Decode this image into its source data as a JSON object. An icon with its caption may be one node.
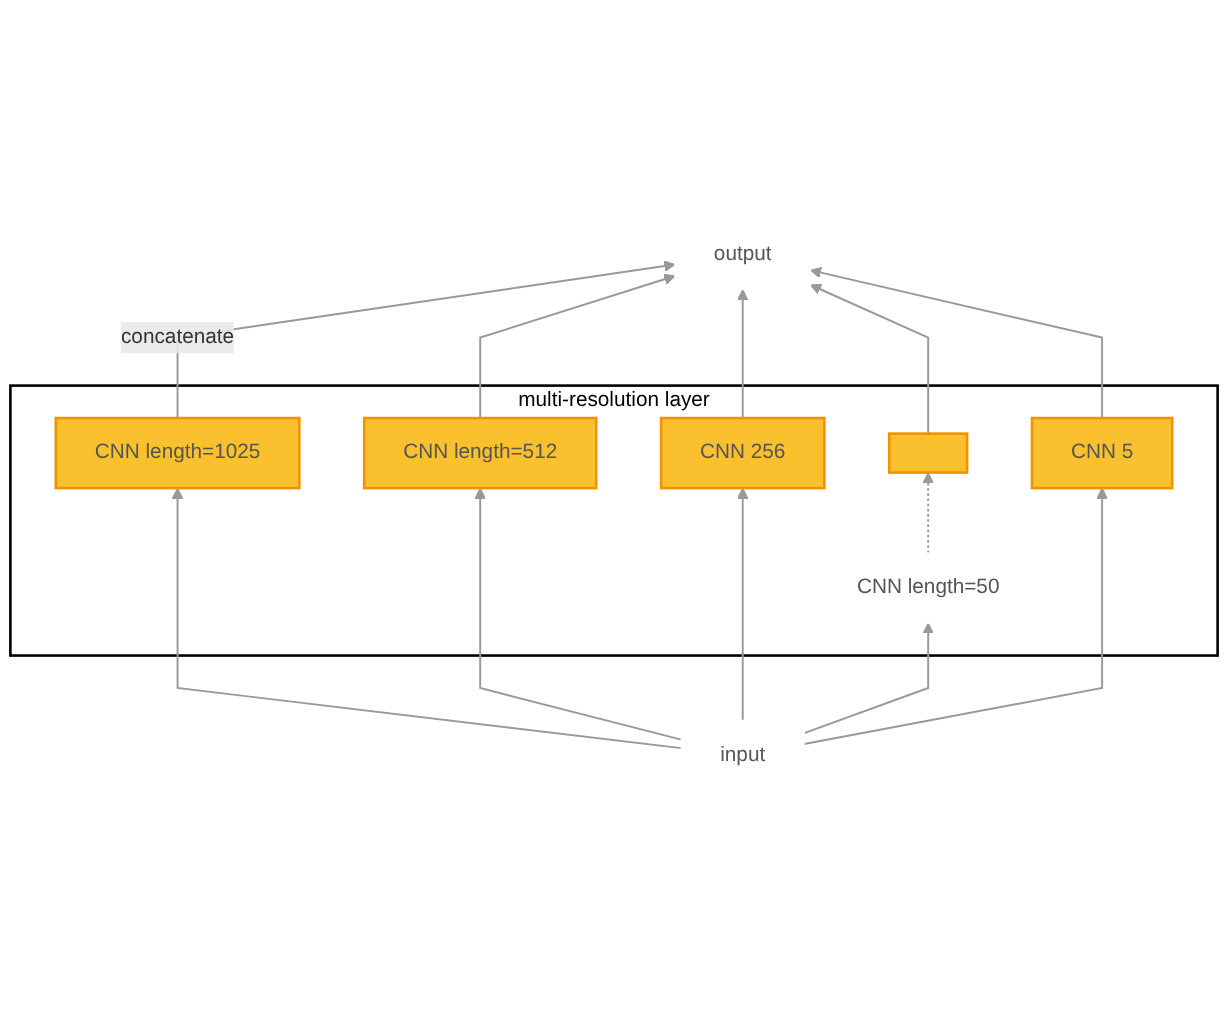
{
  "diagram": {
    "nodes": [
      {
        "text": [
          "multi-resolution layer"
        ]
      },
      {
        "text": [
          "CNN length=1025"
        ],
        "in": 0
      },
      {
        "text": [
          "CNN length=512"
        ],
        "in": 0
      },
      {
        "text": [
          "CNN 256"
        ],
        "in": 0
      },
      {
        "text": [],
        "shape": "bar",
        "in": 0
      },
      {
        "text": [
          "CNN 5"
        ],
        "in": 0
      },
      {
        "text": [
          "CNN length=50"
        ],
        "in": 0
      },
      {
        "text": [
          "output"
        ]
      },
      {
        "text": [
          "input"
        ]
      }
    ],
    "edges": [
      {
        "from": 1,
        "to": 7,
        "arrow": "to",
        "label": "concatenate"
      },
      {
        "from": 2,
        "to": 7,
        "arrow": "to"
      },
      {
        "from": 3,
        "to": 7,
        "arrow": "to"
      },
      {
        "from": 4,
        "to": 7,
        "arrow": "to"
      },
      {
        "from": 5,
        "to": 7,
        "arrow": "to"
      },
      {
        "from": 6,
        "to": 4,
        "arrow": "to",
        "style": "dashed"
      },
      {
        "from": 8,
        "to": 1,
        "arrow": "to"
      },
      {
        "from": 8,
        "to": 2,
        "arrow": "to"
      },
      {
        "from": 8,
        "to": 3,
        "arrow": "to"
      },
      {
        "from": 8,
        "to": 5,
        "arrow": "to"
      },
      {
        "from": 8,
        "to": 6,
        "arrow": "to"
      }
    ]
  }
}
